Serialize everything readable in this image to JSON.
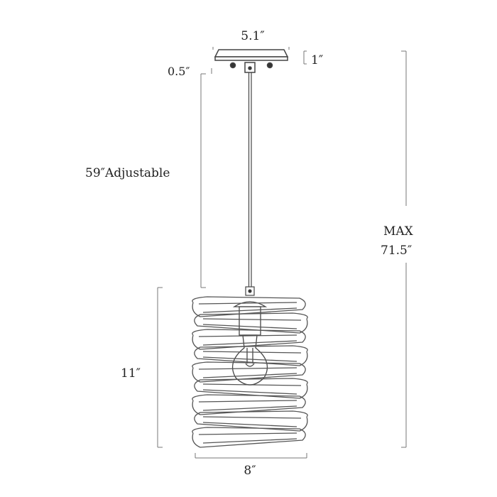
{
  "dimensions": {
    "canopy_width": "5.1″",
    "canopy_height": "1″",
    "gap": "0.5″",
    "rod_length": "59″Adjustable",
    "max_label": "MAX",
    "max_height": "71.5″",
    "shade_height": "11″",
    "shade_width": "8″"
  },
  "colors": {
    "line": "#555555",
    "text": "#222222"
  }
}
